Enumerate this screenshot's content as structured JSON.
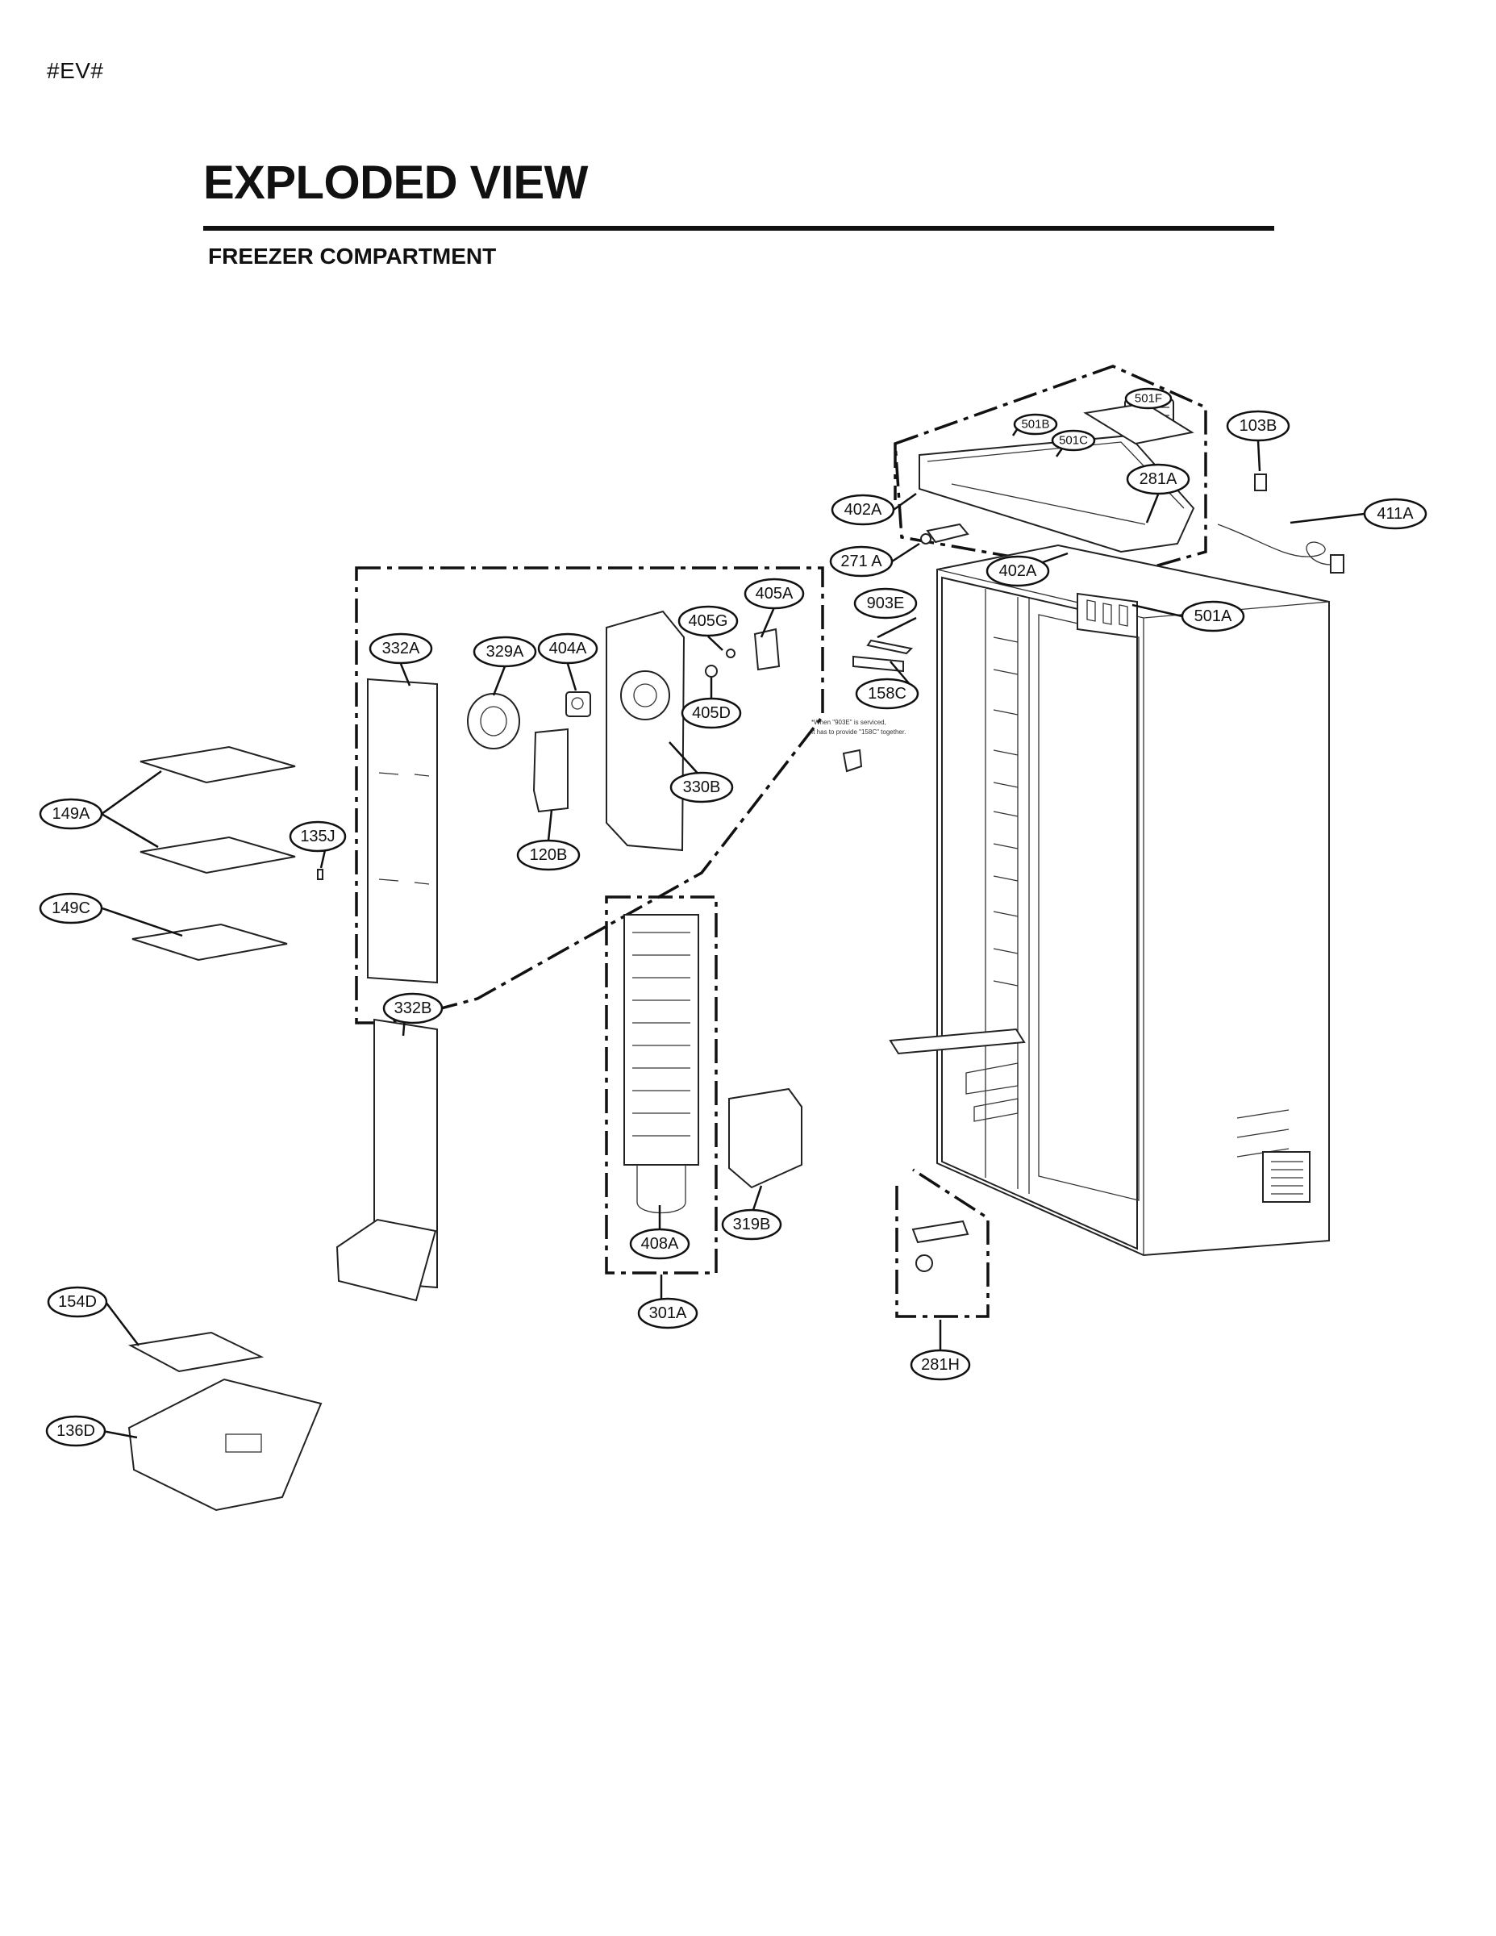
{
  "header": {
    "tag": "#EV#",
    "title": "EXPLODED VIEW",
    "subtitle": "FREEZER COMPARTMENT"
  },
  "note": {
    "line1": "*When \"903E\" is serviced,",
    "line2": "It has to provide \"158C\" together."
  },
  "callouts": [
    "501F",
    "501B",
    "501C",
    "103B",
    "281A",
    "402A",
    "411A",
    "271 A",
    "402A",
    "405A",
    "903E",
    "501A",
    "405G",
    "332A",
    "329A",
    "404A",
    "405D",
    "158C",
    "330B",
    "149A",
    "135J",
    "120B",
    "149C",
    "332B",
    "319B",
    "408A",
    "301A",
    "281H",
    "154D",
    "136D"
  ]
}
